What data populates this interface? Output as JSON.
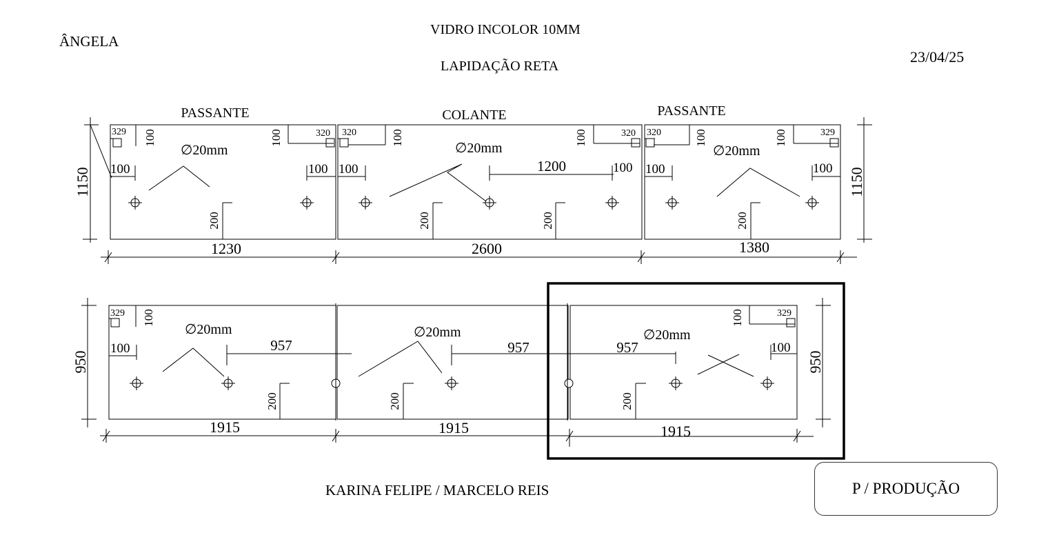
{
  "header": {
    "client": "ÂNGELA",
    "material": "VIDRO INCOLOR 10MM",
    "finish": "LAPIDAÇÃO RETA",
    "date": "23/04/25"
  },
  "footer": {
    "names": "KARINA FELIPE / MARCELO REIS",
    "stamp": "P / PRODUÇÃO"
  },
  "row1": {
    "height": "1150",
    "panels": [
      {
        "type": "PASSANTE",
        "width": "1230",
        "hole": "∅20mm",
        "dims": [
          "329",
          "100",
          "100",
          "320",
          "100",
          "100",
          "200"
        ]
      },
      {
        "type": "COLANTE",
        "width": "2600",
        "hole": "∅20mm",
        "dims": [
          "320",
          "100",
          "100",
          "320",
          "100",
          "1200",
          "100",
          "200",
          "200"
        ]
      },
      {
        "type": "PASSANTE",
        "width": "1380",
        "hole": "∅20mm",
        "dims": [
          "320",
          "100",
          "100",
          "329",
          "100",
          "100",
          "200"
        ]
      }
    ]
  },
  "row2": {
    "height": "950",
    "panels": [
      {
        "width": "1915",
        "hole": "∅20mm",
        "dims": [
          "329",
          "100",
          "100",
          "957",
          "200"
        ]
      },
      {
        "width": "1915",
        "hole": "∅20mm",
        "dims": [
          "957",
          "200"
        ]
      },
      {
        "width": "1915",
        "hole": "∅20mm",
        "dims": [
          "957",
          "100",
          "329",
          "100",
          "200"
        ]
      }
    ]
  }
}
